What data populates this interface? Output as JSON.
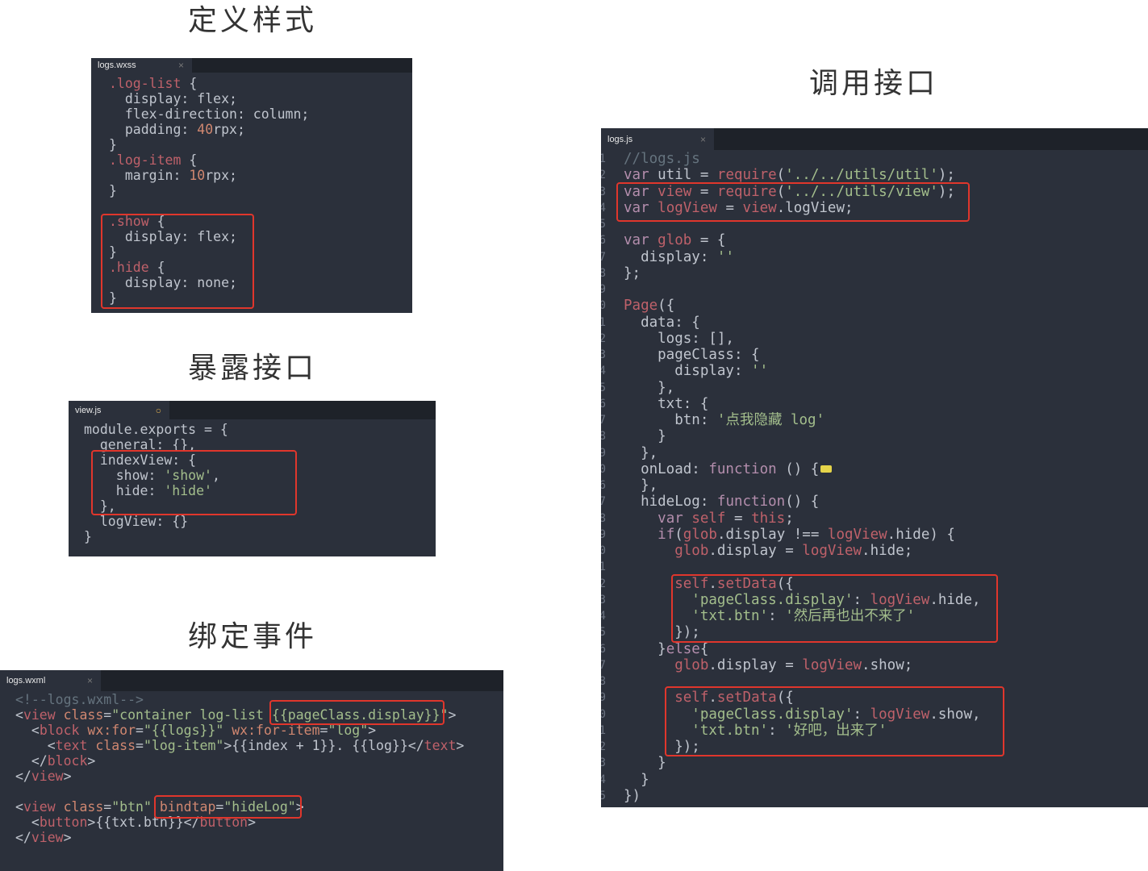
{
  "titles": {
    "define_styles": "定义样式",
    "expose_interface": "暴露接口",
    "bind_event": "绑定事件",
    "call_interface": "调用接口"
  },
  "colors": {
    "background": "#2b303b",
    "keyword": "#b48ead",
    "identifier": "#bf616a",
    "string": "#a3be8c",
    "number": "#d08770",
    "comment": "#65737e",
    "highlight": "#e0362c"
  },
  "panels": {
    "wxss": {
      "tab_label": "logs.wxss",
      "tab_icon": "close-icon",
      "tab_close": "×",
      "lines": [
        [
          [
            "r",
            ".log-list"
          ],
          [
            "p",
            " {"
          ]
        ],
        [
          [
            "p",
            "  display: flex;"
          ]
        ],
        [
          [
            "p",
            "  flex-direction: column;"
          ]
        ],
        [
          [
            "p",
            "  padding: "
          ],
          [
            "n",
            "40"
          ],
          [
            "p",
            "rpx;"
          ]
        ],
        [
          [
            "p",
            "}"
          ]
        ],
        [
          [
            "r",
            ".log-item"
          ],
          [
            "p",
            " {"
          ]
        ],
        [
          [
            "p",
            "  margin: "
          ],
          [
            "n",
            "10"
          ],
          [
            "p",
            "rpx;"
          ]
        ],
        [
          [
            "p",
            "}"
          ]
        ],
        [],
        [
          [
            "r",
            ".show"
          ],
          [
            "p",
            " {"
          ]
        ],
        [
          [
            "p",
            "  display: flex;"
          ]
        ],
        [
          [
            "p",
            "}"
          ]
        ],
        [
          [
            "r",
            ".hide"
          ],
          [
            "p",
            " {"
          ]
        ],
        [
          [
            "p",
            "  display: none;"
          ]
        ],
        [
          [
            "p",
            "}"
          ]
        ]
      ]
    },
    "viewjs": {
      "tab_label": "view.js",
      "tab_icon": "unsaved-dot-icon",
      "tab_close": "○",
      "lines": [
        [
          [
            "p",
            "module.exports = {"
          ]
        ],
        [
          [
            "p",
            "  general: {},"
          ]
        ],
        [
          [
            "p",
            "  indexView: {"
          ]
        ],
        [
          [
            "p",
            "    show: "
          ],
          [
            "s",
            "'show'"
          ],
          [
            "p",
            ","
          ]
        ],
        [
          [
            "p",
            "    hide: "
          ],
          [
            "s",
            "'hide'"
          ]
        ],
        [
          [
            "p",
            "  },"
          ]
        ],
        [
          [
            "p",
            "  logView: {}"
          ]
        ],
        [
          [
            "p",
            "}"
          ]
        ]
      ]
    },
    "wxml": {
      "tab_label": "logs.wxml",
      "tab_icon": "close-icon",
      "tab_close": "×",
      "lines": [
        [
          [
            "c",
            "<!--logs.wxml-->"
          ]
        ],
        [
          [
            "p",
            "<"
          ],
          [
            "r",
            "view"
          ],
          [
            "p",
            " "
          ],
          [
            "n",
            "class"
          ],
          [
            "p",
            "="
          ],
          [
            "s",
            "\"container log-list {{pageClass.display}}\""
          ],
          [
            "p",
            ">"
          ]
        ],
        [
          [
            "p",
            "  <"
          ],
          [
            "r",
            "block"
          ],
          [
            "p",
            " "
          ],
          [
            "n",
            "wx:for"
          ],
          [
            "p",
            "="
          ],
          [
            "s",
            "\"{{logs}}\""
          ],
          [
            "p",
            " "
          ],
          [
            "n",
            "wx:for-item"
          ],
          [
            "p",
            "="
          ],
          [
            "s",
            "\"log\""
          ],
          [
            "p",
            ">"
          ]
        ],
        [
          [
            "p",
            "    <"
          ],
          [
            "r",
            "text"
          ],
          [
            "p",
            " "
          ],
          [
            "n",
            "class"
          ],
          [
            "p",
            "="
          ],
          [
            "s",
            "\"log-item\""
          ],
          [
            "p",
            ">{{index + 1}}. {{log}}</"
          ],
          [
            "r",
            "text"
          ],
          [
            "p",
            ">"
          ]
        ],
        [
          [
            "p",
            "  </"
          ],
          [
            "r",
            "block"
          ],
          [
            "p",
            ">"
          ]
        ],
        [
          [
            "p",
            "</"
          ],
          [
            "r",
            "view"
          ],
          [
            "p",
            ">"
          ]
        ],
        [],
        [
          [
            "p",
            "<"
          ],
          [
            "r",
            "view"
          ],
          [
            "p",
            " "
          ],
          [
            "n",
            "class"
          ],
          [
            "p",
            "="
          ],
          [
            "s",
            "\"btn\""
          ],
          [
            "p",
            " "
          ],
          [
            "n",
            "bindtap"
          ],
          [
            "p",
            "="
          ],
          [
            "s",
            "\"hideLog\""
          ],
          [
            "p",
            ">"
          ]
        ],
        [
          [
            "p",
            "  <"
          ],
          [
            "r",
            "button"
          ],
          [
            "p",
            ">{{txt.btn}}</"
          ],
          [
            "r",
            "button"
          ],
          [
            "p",
            ">"
          ]
        ],
        [
          [
            "p",
            "</"
          ],
          [
            "r",
            "view"
          ],
          [
            "p",
            ">"
          ]
        ]
      ]
    },
    "logsjs": {
      "tab_label": "logs.js",
      "tab_icon": "close-icon",
      "tab_close": "×",
      "line_numbers": [
        "1",
        "2",
        "3",
        "4",
        "5",
        "6",
        "7",
        "8",
        "9",
        "10",
        "11",
        "12",
        "13",
        "14",
        "15",
        "16",
        "17",
        "18",
        "19",
        "20",
        "26",
        "27",
        "28",
        "29",
        "30",
        "31",
        "32",
        "33",
        "34",
        "35",
        "36",
        "37",
        "38",
        "39",
        "40",
        "41",
        "42",
        "43",
        "44",
        "45"
      ],
      "lines": [
        [
          [
            "c",
            "//logs.js"
          ]
        ],
        [
          [
            "k",
            "var"
          ],
          [
            "p",
            " util = "
          ],
          [
            "r",
            "require"
          ],
          [
            "p",
            "("
          ],
          [
            "s",
            "'../../utils/util'"
          ],
          [
            "p",
            ");"
          ]
        ],
        [
          [
            "k",
            "var"
          ],
          [
            "p",
            " "
          ],
          [
            "r",
            "view"
          ],
          [
            "p",
            " = "
          ],
          [
            "r",
            "require"
          ],
          [
            "p",
            "("
          ],
          [
            "s",
            "'../../utils/view'"
          ],
          [
            "p",
            ");"
          ]
        ],
        [
          [
            "k",
            "var"
          ],
          [
            "p",
            " "
          ],
          [
            "r",
            "logView"
          ],
          [
            "p",
            " = "
          ],
          [
            "r",
            "view"
          ],
          [
            "p",
            ".logView;"
          ]
        ],
        [],
        [
          [
            "k",
            "var"
          ],
          [
            "p",
            " "
          ],
          [
            "r",
            "glob"
          ],
          [
            "p",
            " = {"
          ]
        ],
        [
          [
            "p",
            "  display: "
          ],
          [
            "s",
            "''"
          ]
        ],
        [
          [
            "p",
            "};"
          ]
        ],
        [],
        [
          [
            "r",
            "Page"
          ],
          [
            "p",
            "({"
          ]
        ],
        [
          [
            "p",
            "  data: {"
          ]
        ],
        [
          [
            "p",
            "    logs: [],"
          ]
        ],
        [
          [
            "p",
            "    pageClass: {"
          ]
        ],
        [
          [
            "p",
            "      display: "
          ],
          [
            "s",
            "''"
          ]
        ],
        [
          [
            "p",
            "    },"
          ]
        ],
        [
          [
            "p",
            "    txt: {"
          ]
        ],
        [
          [
            "p",
            "      btn: "
          ],
          [
            "s",
            "'点我隐藏 log'"
          ]
        ],
        [
          [
            "p",
            "    }"
          ]
        ],
        [
          [
            "p",
            "  },"
          ]
        ],
        [
          [
            "p",
            "  onLoad: "
          ],
          [
            "k",
            "function"
          ],
          [
            "p",
            " () {"
          ],
          [
            "f",
            ""
          ]
        ],
        [
          [
            "p",
            "  },"
          ]
        ],
        [
          [
            "p",
            "  hideLog: "
          ],
          [
            "k",
            "function"
          ],
          [
            "p",
            "() {"
          ]
        ],
        [
          [
            "p",
            "    "
          ],
          [
            "k",
            "var"
          ],
          [
            "p",
            " "
          ],
          [
            "r",
            "self"
          ],
          [
            "p",
            " = "
          ],
          [
            "r",
            "this"
          ],
          [
            "p",
            ";"
          ]
        ],
        [
          [
            "p",
            "    "
          ],
          [
            "k",
            "if"
          ],
          [
            "p",
            "("
          ],
          [
            "r",
            "glob"
          ],
          [
            "p",
            ".display !== "
          ],
          [
            "r",
            "logView"
          ],
          [
            "p",
            ".hide) {"
          ]
        ],
        [
          [
            "p",
            "      "
          ],
          [
            "r",
            "glob"
          ],
          [
            "p",
            ".display = "
          ],
          [
            "r",
            "logView"
          ],
          [
            "p",
            ".hide;"
          ]
        ],
        [],
        [
          [
            "p",
            "      "
          ],
          [
            "r",
            "self"
          ],
          [
            "p",
            "."
          ],
          [
            "r",
            "setData"
          ],
          [
            "p",
            "({"
          ]
        ],
        [
          [
            "p",
            "        "
          ],
          [
            "s",
            "'pageClass.display'"
          ],
          [
            "p",
            ": "
          ],
          [
            "r",
            "logView"
          ],
          [
            "p",
            ".hide,"
          ]
        ],
        [
          [
            "p",
            "        "
          ],
          [
            "s",
            "'txt.btn'"
          ],
          [
            "p",
            ": "
          ],
          [
            "s",
            "'然后再也出不来了'"
          ]
        ],
        [
          [
            "p",
            "      });"
          ]
        ],
        [
          [
            "p",
            "    }"
          ],
          [
            "k",
            "else"
          ],
          [
            "p",
            "{"
          ]
        ],
        [
          [
            "p",
            "      "
          ],
          [
            "r",
            "glob"
          ],
          [
            "p",
            ".display = "
          ],
          [
            "r",
            "logView"
          ],
          [
            "p",
            ".show;"
          ]
        ],
        [],
        [
          [
            "p",
            "      "
          ],
          [
            "r",
            "self"
          ],
          [
            "p",
            "."
          ],
          [
            "r",
            "setData"
          ],
          [
            "p",
            "({"
          ]
        ],
        [
          [
            "p",
            "        "
          ],
          [
            "s",
            "'pageClass.display'"
          ],
          [
            "p",
            ": "
          ],
          [
            "r",
            "logView"
          ],
          [
            "p",
            ".show,"
          ]
        ],
        [
          [
            "p",
            "        "
          ],
          [
            "s",
            "'txt.btn'"
          ],
          [
            "p",
            ": "
          ],
          [
            "s",
            "'好吧，出来了'"
          ]
        ],
        [
          [
            "p",
            "      });"
          ]
        ],
        [
          [
            "p",
            "    }"
          ]
        ],
        [
          [
            "p",
            "  }"
          ]
        ],
        [
          [
            "p",
            "})"
          ]
        ]
      ]
    }
  }
}
